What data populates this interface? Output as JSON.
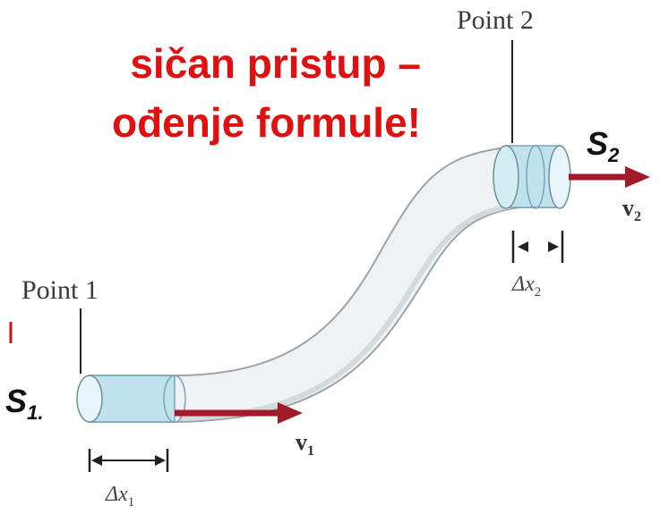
{
  "heading": {
    "line1": "sičan pristup –",
    "line2": "ođenje formule!"
  },
  "labels": {
    "point1": "Point 1",
    "point2": "Point 2",
    "s1": "S",
    "s1_sub": "1.",
    "s2": "S",
    "s2_sub": "2",
    "v1": "v",
    "v1_sub": "1",
    "v2": "v",
    "v2_sub": "2",
    "dx1": "Δx",
    "dx1_sub": "1",
    "dx2": "Δx",
    "dx2_sub": "2"
  },
  "colors": {
    "heading": "#e01010",
    "arrow": "#a01a2a",
    "tube_fill": "#eef2f4",
    "tube_edge": "#9aa4aa",
    "section_fill": "#bfe2ee"
  }
}
